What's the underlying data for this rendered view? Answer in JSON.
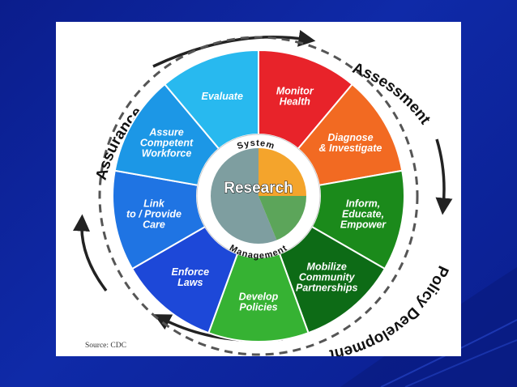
{
  "outer_labels": {
    "assessment": "Assessment",
    "policy_development": "Policy Development",
    "assurance": "Assurance"
  },
  "segments": [
    {
      "lines": [
        "Monitor",
        "Health"
      ],
      "color": "#e8232a"
    },
    {
      "lines": [
        "Diagnose",
        "& Investigate"
      ],
      "color": "#f26a22"
    },
    {
      "lines": [
        "Inform,",
        "Educate,",
        "Empower"
      ],
      "color": "#1b8a1b"
    },
    {
      "lines": [
        "Mobilize",
        "Community",
        "Partnerships"
      ],
      "color": "#0d6b16"
    },
    {
      "lines": [
        "Develop",
        "Policies"
      ],
      "color": "#36b233"
    },
    {
      "lines": [
        "Enforce",
        "Laws"
      ],
      "color": "#1d48d8"
    },
    {
      "lines": [
        "Link",
        "to / Provide",
        "Care"
      ],
      "color": "#1f74e3"
    },
    {
      "lines": [
        "Assure",
        "Competent",
        "Workforce"
      ],
      "color": "#1c97e6"
    },
    {
      "lines": [
        "Evaluate"
      ],
      "color": "#28b9ef"
    }
  ],
  "center": {
    "top_word": "System",
    "hub_word": "Research",
    "bottom_word": "Management"
  },
  "source": "Source: CDC"
}
